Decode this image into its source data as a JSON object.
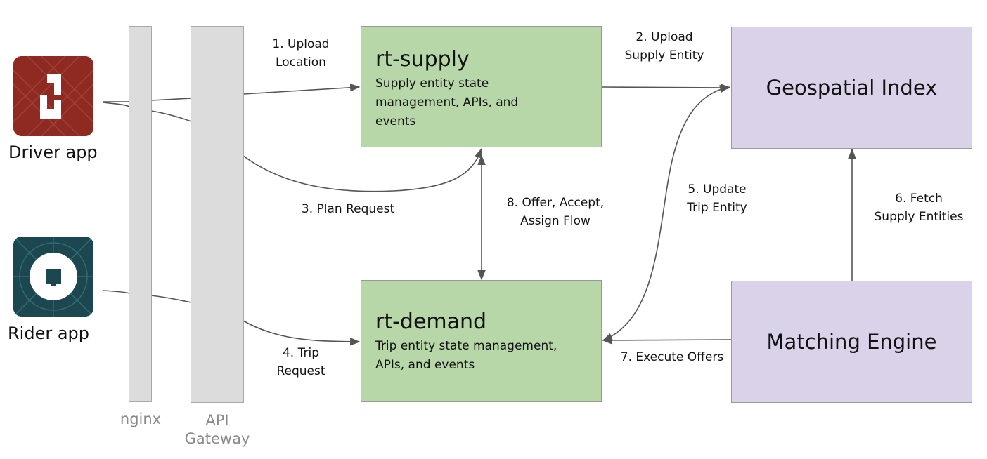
{
  "apps": {
    "driver": {
      "label": "Driver app",
      "icon": "driver-app-icon",
      "color": "#8b2a22"
    },
    "rider": {
      "label": "Rider app",
      "icon": "rider-app-icon",
      "color": "#1e4a53"
    }
  },
  "columns": {
    "nginx": {
      "label": "nginx"
    },
    "gateway": {
      "label_line1": "API",
      "label_line2": "Gateway"
    }
  },
  "services": {
    "supply": {
      "title": "rt-supply",
      "desc_line1": "Supply entity state",
      "desc_line2": "management, APIs, and",
      "desc_line3": "events"
    },
    "demand": {
      "title": "rt-demand",
      "desc_line1": "Trip entity state management,",
      "desc_line2": "APIs, and events"
    }
  },
  "components": {
    "geo": {
      "title": "Geospatial Index"
    },
    "matching": {
      "title": "Matching Engine"
    }
  },
  "edges": {
    "e1": {
      "line1": "1.  Upload",
      "line2": "Location"
    },
    "e2": {
      "line1": "2.  Upload",
      "line2": "Supply Entity"
    },
    "e3": {
      "line1": "3.  Plan Request"
    },
    "e4": {
      "line1": "4. Trip",
      "line2": "Request"
    },
    "e5": {
      "line1": "5. Update",
      "line2": "Trip Entity"
    },
    "e6": {
      "line1": "6. Fetch",
      "line2": "Supply Entities"
    },
    "e7": {
      "line1": "7. Execute Offers"
    },
    "e8": {
      "line1": "8. Offer, Accept,",
      "line2": "Assign Flow"
    }
  },
  "colors": {
    "service_green": "#b7d7a8",
    "component_purple": "#d9d2e9",
    "column_gray": "#dcdcdc",
    "arrow": "#555555"
  }
}
